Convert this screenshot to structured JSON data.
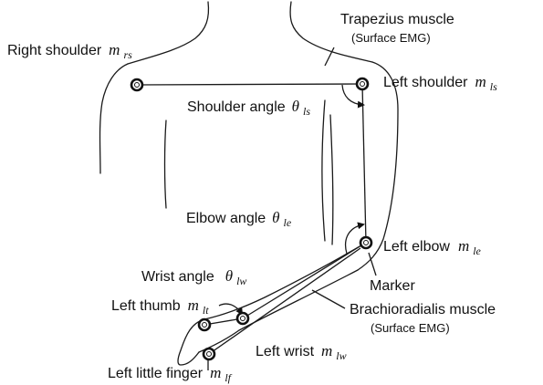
{
  "labels": {
    "right_shoulder": {
      "text": "Right shoulder",
      "symbol": "m",
      "sub": "rs"
    },
    "trapezius": {
      "text": "Trapezius muscle",
      "note": "(Surface EMG)"
    },
    "left_shoulder": {
      "text": "Left shoulder",
      "symbol": "m",
      "sub": "ls"
    },
    "shoulder_angle": {
      "text": "Shoulder angle",
      "symbol": "θ",
      "sub": "ls"
    },
    "elbow_angle": {
      "text": "Elbow angle",
      "symbol": "θ",
      "sub": "le"
    },
    "left_elbow": {
      "text": "Left elbow",
      "symbol": "m",
      "sub": "le"
    },
    "wrist_angle": {
      "text": "Wrist angle",
      "symbol": "θ",
      "sub": "lw"
    },
    "marker": {
      "text": "Marker"
    },
    "left_thumb": {
      "text": "Left thumb",
      "symbol": "m",
      "sub": "lt"
    },
    "brachioradialis": {
      "text": "Brachioradialis muscle",
      "note": "(Surface EMG)"
    },
    "left_wrist": {
      "text": "Left wrist",
      "symbol": "m",
      "sub": "lw"
    },
    "left_little_finger": {
      "text": "Left little finger",
      "symbol": "m",
      "sub": "lf"
    }
  },
  "colors": {
    "line": "#1a1a1a",
    "text": "#111111",
    "background": "#ffffff"
  }
}
